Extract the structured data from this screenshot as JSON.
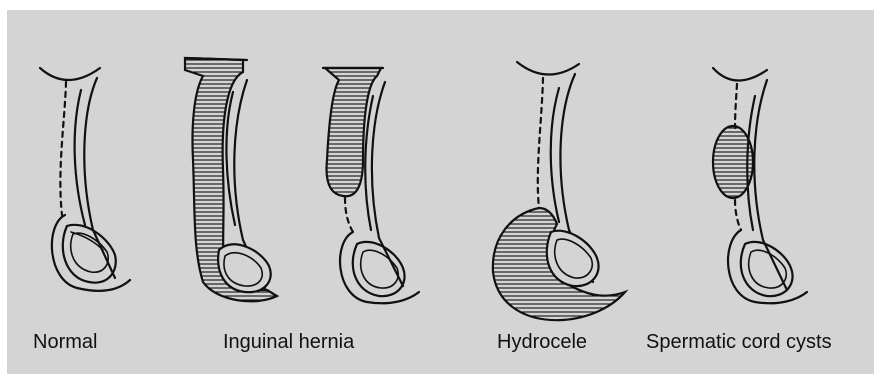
{
  "labels": {
    "normal": "Normal",
    "inguinal_hernia": "Inguinal hernia",
    "hydrocele": "Hydrocele",
    "spermatic_cord_cysts": "Spermatic cord cysts"
  },
  "colors": {
    "background": "#d4d4d4",
    "ink": "#111111"
  },
  "panels": [
    "normal",
    "inguinal-hernia-large",
    "inguinal-hernia-small",
    "hydrocele",
    "spermatic-cord-cyst"
  ]
}
